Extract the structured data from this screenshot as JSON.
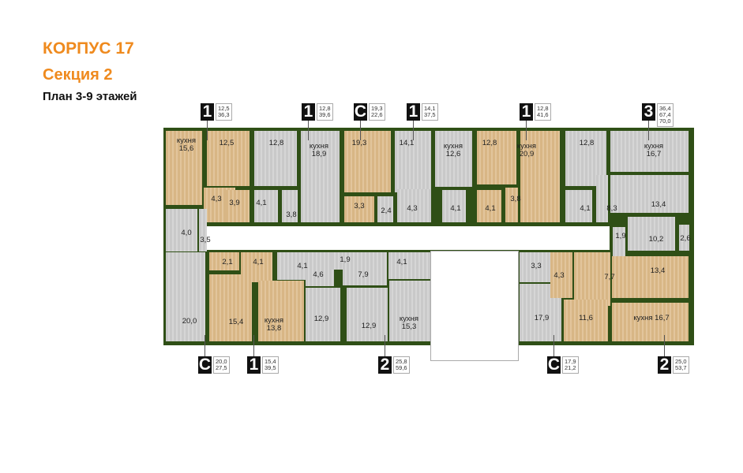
{
  "header": {
    "building": "КОРПУС 17",
    "section": "Секция 2",
    "floors": "План 3-9 этажей"
  },
  "colors": {
    "title": "#ef8a1e",
    "walls": "#2f4f16",
    "tan_room": "#d8b685",
    "gray_room": "#c9c9c9"
  },
  "apartments_top": [
    {
      "rooms": "1",
      "areas": [
        "12,5",
        "36,3"
      ]
    },
    {
      "rooms": "1",
      "areas": [
        "12,8",
        "39,6"
      ]
    },
    {
      "rooms": "С",
      "areas": [
        "19,3",
        "22,6"
      ]
    },
    {
      "rooms": "1",
      "areas": [
        "14,1",
        "37,5"
      ]
    },
    {
      "rooms": "1",
      "areas": [
        "12,8",
        "41,6"
      ]
    },
    {
      "rooms": "3",
      "areas": [
        "36,4",
        "67,4",
        "70,0"
      ]
    }
  ],
  "apartments_bottom": [
    {
      "rooms": "С",
      "areas": [
        "20,0",
        "27,5"
      ]
    },
    {
      "rooms": "1",
      "areas": [
        "15,4",
        "39,5"
      ]
    },
    {
      "rooms": "2",
      "areas": [
        "25,8",
        "59,6"
      ]
    },
    {
      "rooms": "С",
      "areas": [
        "17,9",
        "21,2"
      ]
    },
    {
      "rooms": "2",
      "areas": [
        "25,0",
        "53,7"
      ]
    }
  ],
  "room_labels": [
    "кухня\n15,6",
    "12,5",
    "12,8",
    "кухня\n18,9",
    "19,3",
    "14,1",
    "кухня\n12,6",
    "12,8",
    "кухня\n20,9",
    "12,8",
    "кухня\n16,7",
    "4,3",
    "3,9",
    "4,1",
    "3,8",
    "3,3",
    "2,4",
    "4,3",
    "4,1",
    "4,1",
    "3,8",
    "4,1",
    "8,3",
    "13,4",
    "4,0",
    "3,5",
    "1,9",
    "10,2",
    "2,6",
    "20,0",
    "2,1",
    "4,1",
    "4,1",
    "4,6",
    "1,9",
    "7,9",
    "4,1",
    "15,4",
    "кухня\n13,8",
    "12,9",
    "12,9",
    "кухня\n15,3",
    "3,3",
    "17,9",
    "4,3",
    "7,7",
    "13,4",
    "11,6",
    "кухня 16,7"
  ]
}
